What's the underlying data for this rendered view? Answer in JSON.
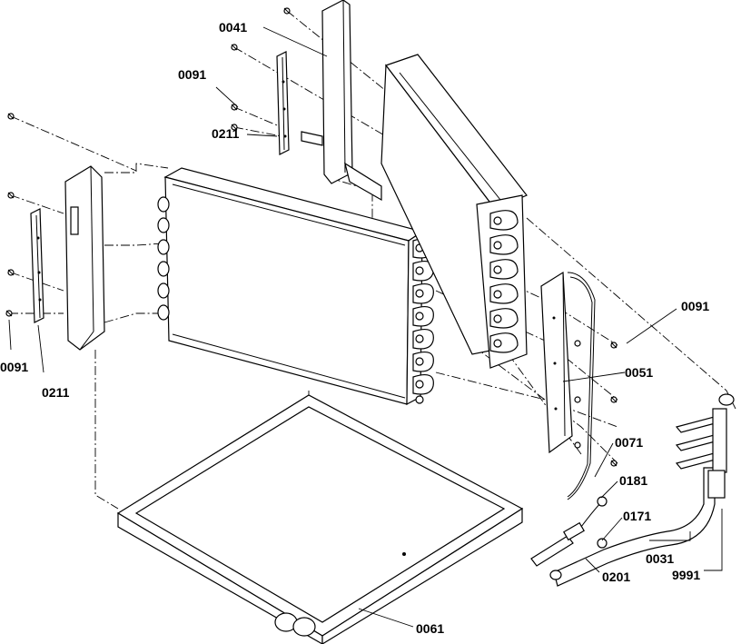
{
  "diagram": {
    "labels": [
      {
        "id": "p0041",
        "text": "0041"
      },
      {
        "id": "p0091a",
        "text": "0091"
      },
      {
        "id": "p0211a",
        "text": "0211"
      },
      {
        "id": "p0091b",
        "text": "0091"
      },
      {
        "id": "p0211b",
        "text": "0211"
      },
      {
        "id": "p0091c",
        "text": "0091"
      },
      {
        "id": "p0051",
        "text": "0051"
      },
      {
        "id": "p0071",
        "text": "0071"
      },
      {
        "id": "p0181",
        "text": "0181"
      },
      {
        "id": "p0171",
        "text": "0171"
      },
      {
        "id": "p0031",
        "text": "0031"
      },
      {
        "id": "p9991",
        "text": "9991"
      },
      {
        "id": "p0201",
        "text": "0201"
      },
      {
        "id": "p0061",
        "text": "0061"
      }
    ]
  }
}
